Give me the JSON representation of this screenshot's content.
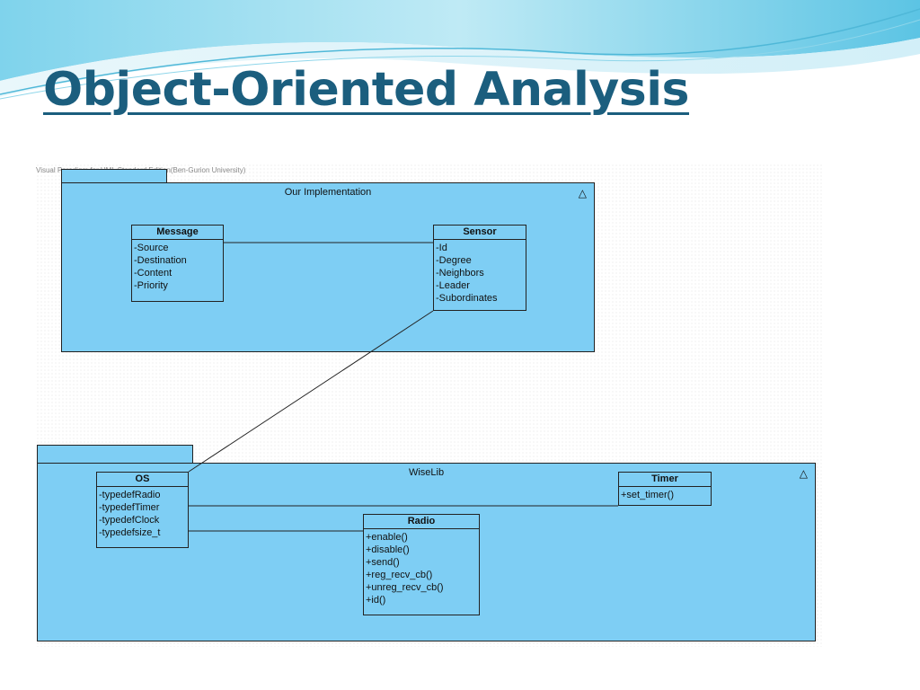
{
  "slide": {
    "title": "Object-Oriented Analysis",
    "accent_color": "#1b5e7e"
  },
  "diagram": {
    "tool_caption": "Visual Paradigm for UML Standard Edition(Ben-Gurion University)",
    "fill_color": "#7ecef4",
    "packages": {
      "our_impl": {
        "name": "Our Implementation",
        "collapse_icon": "triangle-icon"
      },
      "wiselib": {
        "name": "WiseLib",
        "collapse_icon": "triangle-icon"
      }
    },
    "classes": {
      "message": {
        "name": "Message",
        "attributes": [
          "-Source",
          "-Destination",
          "-Content",
          "-Priority"
        ]
      },
      "sensor": {
        "name": "Sensor",
        "attributes": [
          "-Id",
          "-Degree",
          "-Neighbors",
          "-Leader",
          "-Subordinates"
        ]
      },
      "os": {
        "name": "OS",
        "attributes": [
          "-typedefRadio",
          "-typedefTimer",
          "-typedefClock",
          "-typedefsize_t"
        ]
      },
      "timer": {
        "name": "Timer",
        "attributes": [
          "+set_timer()"
        ]
      },
      "radio": {
        "name": "Radio",
        "attributes": [
          "+enable()",
          "+disable()",
          "+send()",
          "+reg_recv_cb()",
          "+unreg_recv_cb()",
          "+id()"
        ]
      }
    },
    "associations": [
      "Message-Sensor",
      "Sensor-OS",
      "OS-Timer",
      "OS-Radio"
    ]
  }
}
